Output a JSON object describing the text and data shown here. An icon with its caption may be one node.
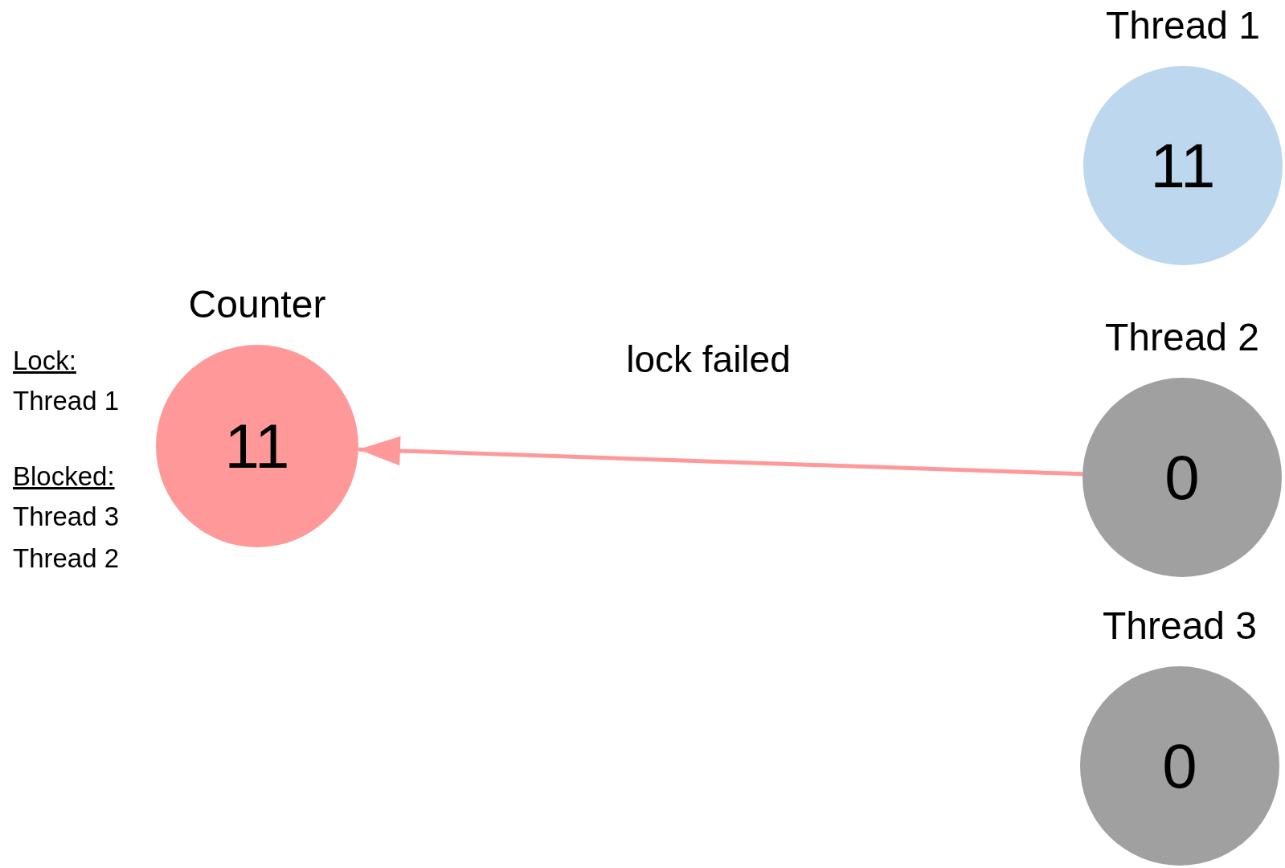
{
  "diagram": {
    "nodes": [
      {
        "text": [
          "Counter",
          "11"
        ]
      },
      {
        "text": [
          "Thread 1",
          "11"
        ]
      },
      {
        "text": [
          "Thread 2",
          "0"
        ]
      },
      {
        "text": [
          "Thread 3",
          "0"
        ]
      }
    ],
    "edges": [
      {
        "from": 2,
        "to": 0,
        "arrow": "to",
        "label": "lock failed",
        "color": "#ff9999"
      }
    ],
    "labels": [
      "Lock:",
      "Thread 1",
      "Blocked:",
      "Thread 3",
      "Thread 2"
    ]
  }
}
